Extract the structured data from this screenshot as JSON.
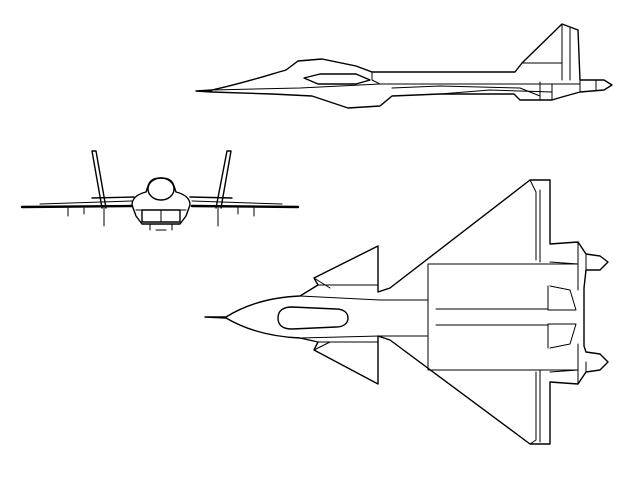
{
  "drawing": {
    "background_color": "#ffffff",
    "line_color": "#000000",
    "views": [
      "side-view",
      "front-view",
      "top-view"
    ]
  }
}
